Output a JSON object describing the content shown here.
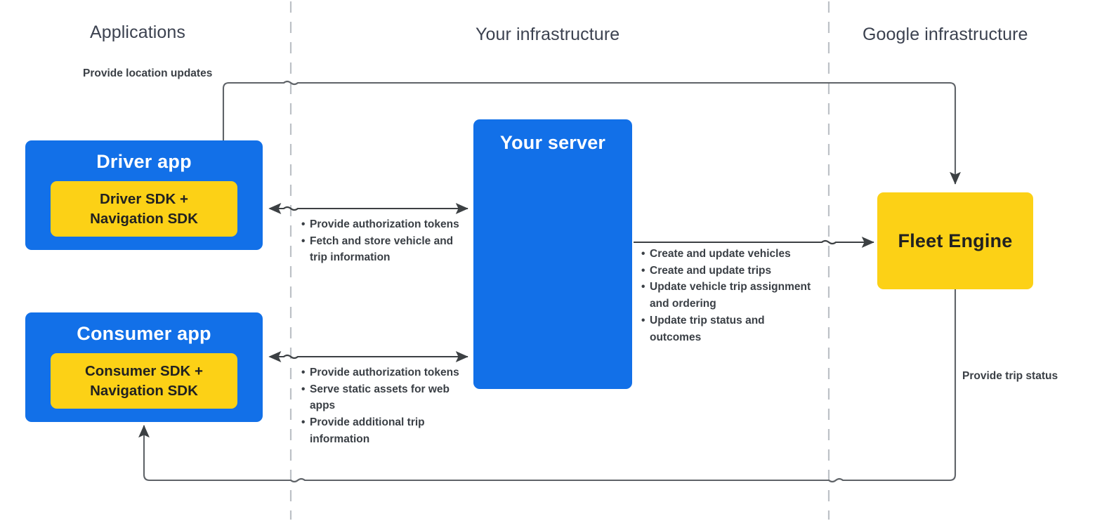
{
  "zones": [
    {
      "id": "applications",
      "label": "Applications"
    },
    {
      "id": "your-infrastructure",
      "label": "Your infrastructure"
    },
    {
      "id": "google-infrastructure",
      "label": "Google infrastructure"
    }
  ],
  "nodes": {
    "driver_app": {
      "title": "Driver app",
      "sdk_label": "Driver SDK +\nNavigation SDK"
    },
    "consumer_app": {
      "title": "Consumer app",
      "sdk_label": "Consumer SDK +\nNavigation SDK"
    },
    "your_server": {
      "title": "Your server"
    },
    "fleet_engine": {
      "title": "Fleet Engine"
    }
  },
  "edges": {
    "location_updates": {
      "label": "Provide location updates"
    },
    "trip_status": {
      "label": "Provide trip status"
    },
    "driver_to_server": {
      "bullets": [
        "Provide authorization tokens",
        "Fetch and store vehicle and trip information"
      ]
    },
    "consumer_to_server": {
      "bullets": [
        "Provide authorization tokens",
        "Serve static assets for web apps",
        "Provide additional trip information"
      ]
    },
    "server_to_fleet_engine": {
      "bullets": [
        "Create and update vehicles",
        "Create and update trips",
        "Update vehicle trip assignment and ordering",
        "Update trip status and outcomes"
      ]
    }
  },
  "colors": {
    "app_blue": "#1270e8",
    "sdk_yellow": "#fcd116",
    "connector_gray": "#5f6368",
    "divider_gray": "#bdc1c6",
    "header_text": "#3c4250",
    "label_text": "#3a3f45"
  }
}
